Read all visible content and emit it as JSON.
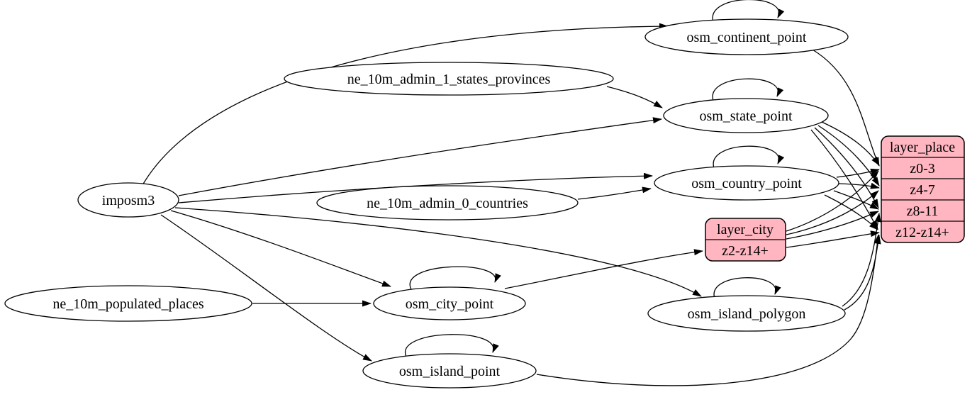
{
  "colors": {
    "background": "#ffffff",
    "node_fill": "#ffffff",
    "record_fill": "#ffb6c1",
    "stroke": "#000000"
  },
  "nodes": {
    "imposm3": {
      "label": "imposm3"
    },
    "ne_10m_admin_1_states_provinces": {
      "label": "ne_10m_admin_1_states_provinces"
    },
    "ne_10m_admin_0_countries": {
      "label": "ne_10m_admin_0_countries"
    },
    "ne_10m_populated_places": {
      "label": "ne_10m_populated_places"
    },
    "osm_continent_point": {
      "label": "osm_continent_point"
    },
    "osm_state_point": {
      "label": "osm_state_point"
    },
    "osm_country_point": {
      "label": "osm_country_point"
    },
    "osm_city_point": {
      "label": "osm_city_point"
    },
    "osm_island_polygon": {
      "label": "osm_island_polygon"
    },
    "osm_island_point": {
      "label": "osm_island_point"
    }
  },
  "records": {
    "layer_city": {
      "title": "layer_city",
      "rows": [
        "z2-z14+"
      ]
    },
    "layer_place": {
      "title": "layer_place",
      "rows": [
        "z0-3",
        "z4-7",
        "z8-11",
        "z12-z14+"
      ]
    }
  },
  "edges": [
    {
      "from": "imposm3",
      "to": "osm_continent_point"
    },
    {
      "from": "imposm3",
      "to": "osm_state_point"
    },
    {
      "from": "imposm3",
      "to": "osm_country_point"
    },
    {
      "from": "imposm3",
      "to": "osm_city_point"
    },
    {
      "from": "imposm3",
      "to": "osm_island_polygon"
    },
    {
      "from": "imposm3",
      "to": "osm_island_point"
    },
    {
      "from": "ne_10m_admin_1_states_provinces",
      "to": "osm_state_point"
    },
    {
      "from": "ne_10m_admin_0_countries",
      "to": "osm_country_point"
    },
    {
      "from": "ne_10m_populated_places",
      "to": "osm_city_point"
    },
    {
      "from": "osm_continent_point",
      "to": "osm_continent_point"
    },
    {
      "from": "osm_state_point",
      "to": "osm_state_point"
    },
    {
      "from": "osm_country_point",
      "to": "osm_country_point"
    },
    {
      "from": "osm_city_point",
      "to": "osm_city_point"
    },
    {
      "from": "osm_island_polygon",
      "to": "osm_island_polygon"
    },
    {
      "from": "osm_island_point",
      "to": "osm_island_point"
    },
    {
      "from": "osm_city_point",
      "to": "layer_city.z2-z14+"
    },
    {
      "from": "layer_city",
      "to": "layer_place.z0-3"
    },
    {
      "from": "layer_city",
      "to": "layer_place.z4-7"
    },
    {
      "from": "layer_city",
      "to": "layer_place.z8-11"
    },
    {
      "from": "layer_city",
      "to": "layer_place.z12-z14+"
    },
    {
      "from": "osm_continent_point",
      "to": "layer_place.z0-3"
    },
    {
      "from": "osm_state_point",
      "to": "layer_place.z0-3"
    },
    {
      "from": "osm_state_point",
      "to": "layer_place.z4-7"
    },
    {
      "from": "osm_state_point",
      "to": "layer_place.z8-11"
    },
    {
      "from": "osm_state_point",
      "to": "layer_place.z12-z14+"
    },
    {
      "from": "osm_country_point",
      "to": "layer_place.z0-3"
    },
    {
      "from": "osm_country_point",
      "to": "layer_place.z4-7"
    },
    {
      "from": "osm_country_point",
      "to": "layer_place.z8-11"
    },
    {
      "from": "osm_country_point",
      "to": "layer_place.z12-z14+"
    },
    {
      "from": "osm_island_polygon",
      "to": "layer_place.z8-11"
    },
    {
      "from": "osm_island_polygon",
      "to": "layer_place.z12-z14+"
    },
    {
      "from": "osm_island_point",
      "to": "layer_place.z12-z14+"
    }
  ]
}
